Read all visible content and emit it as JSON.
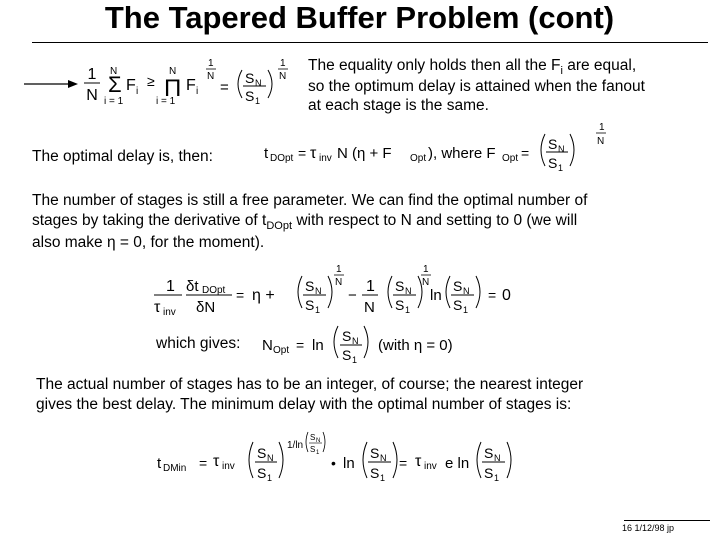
{
  "slide": {
    "title": "The Tapered Buffer Problem (cont)",
    "equality_note": [
      "The equality only holds then all the F_i are equal,",
      "so the optimum delay is attained when the fanout",
      "at each stage is the same."
    ],
    "optimal_label": "The optimal delay is, then:",
    "free_param_text": [
      "The number of stages is still a free parameter.  We can find the optimal number of",
      "stages by taking the derivative of t_DOpt with respect to N and setting to 0 (we will",
      "also make η = 0, for the moment)."
    ],
    "which_gives": "which gives:",
    "integer_text": [
      "The actual number of stages has to be an integer, of course; the nearest integer",
      "gives the best delay.  The minimum delay with the optimal number of stages is:"
    ],
    "footer": "16  1/12/98  jp"
  }
}
